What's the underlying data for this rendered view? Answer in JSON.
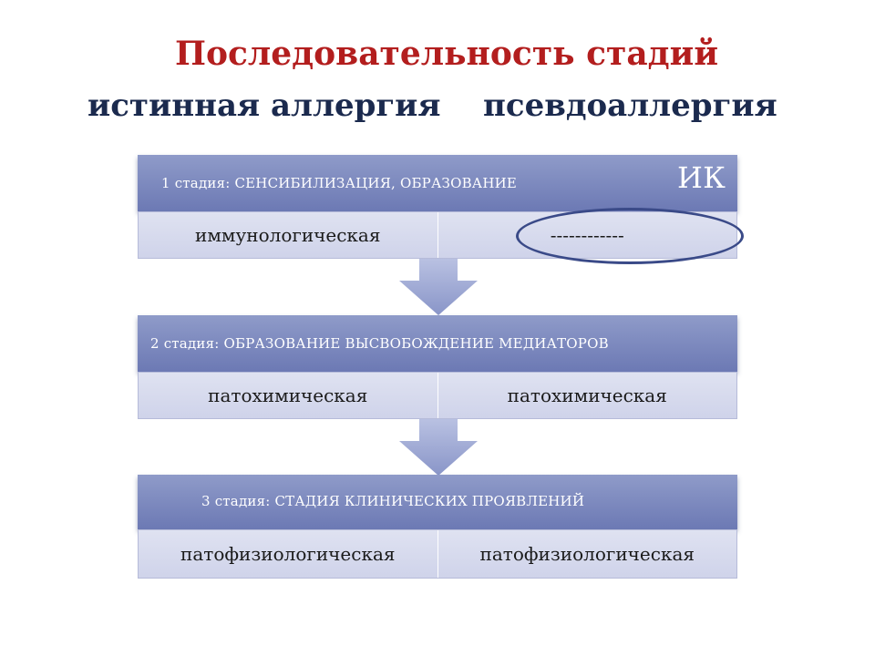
{
  "title": "Последовательность стадий",
  "subtitle_left": "истинная аллергия",
  "subtitle_right": "псевдоаллергия",
  "stages": [
    {
      "header": "1 стадия: СЕНСИБИЛИЗАЦИЯ, ОБРАЗОВАНИЕ ИК",
      "header_main": "1 стадия: СЕНСИБИЛИЗАЦИЯ, ОБРАЗОВАНИЕ",
      "header_tail": "ИК",
      "left": "иммунологическая",
      "right": "------------"
    },
    {
      "header": "2 стадия: ОБРАЗОВАНИЕ ВЫСВОБОЖДЕНИЕ МЕДИАТОРОВ",
      "left": "патохимическая",
      "right": "патохимическая"
    },
    {
      "header": "3 стадия: СТАДИЯ КЛИНИЧЕСКИХ ПРОЯВЛЕНИЙ",
      "left": "патофизиологическая",
      "right": "патофизиологическая"
    }
  ],
  "colors": {
    "title": "#b31e1e",
    "subtitle": "#1b2a4e",
    "header": "#7a86bd",
    "cell": "#d8dbee",
    "oval": "#3a4a88"
  }
}
